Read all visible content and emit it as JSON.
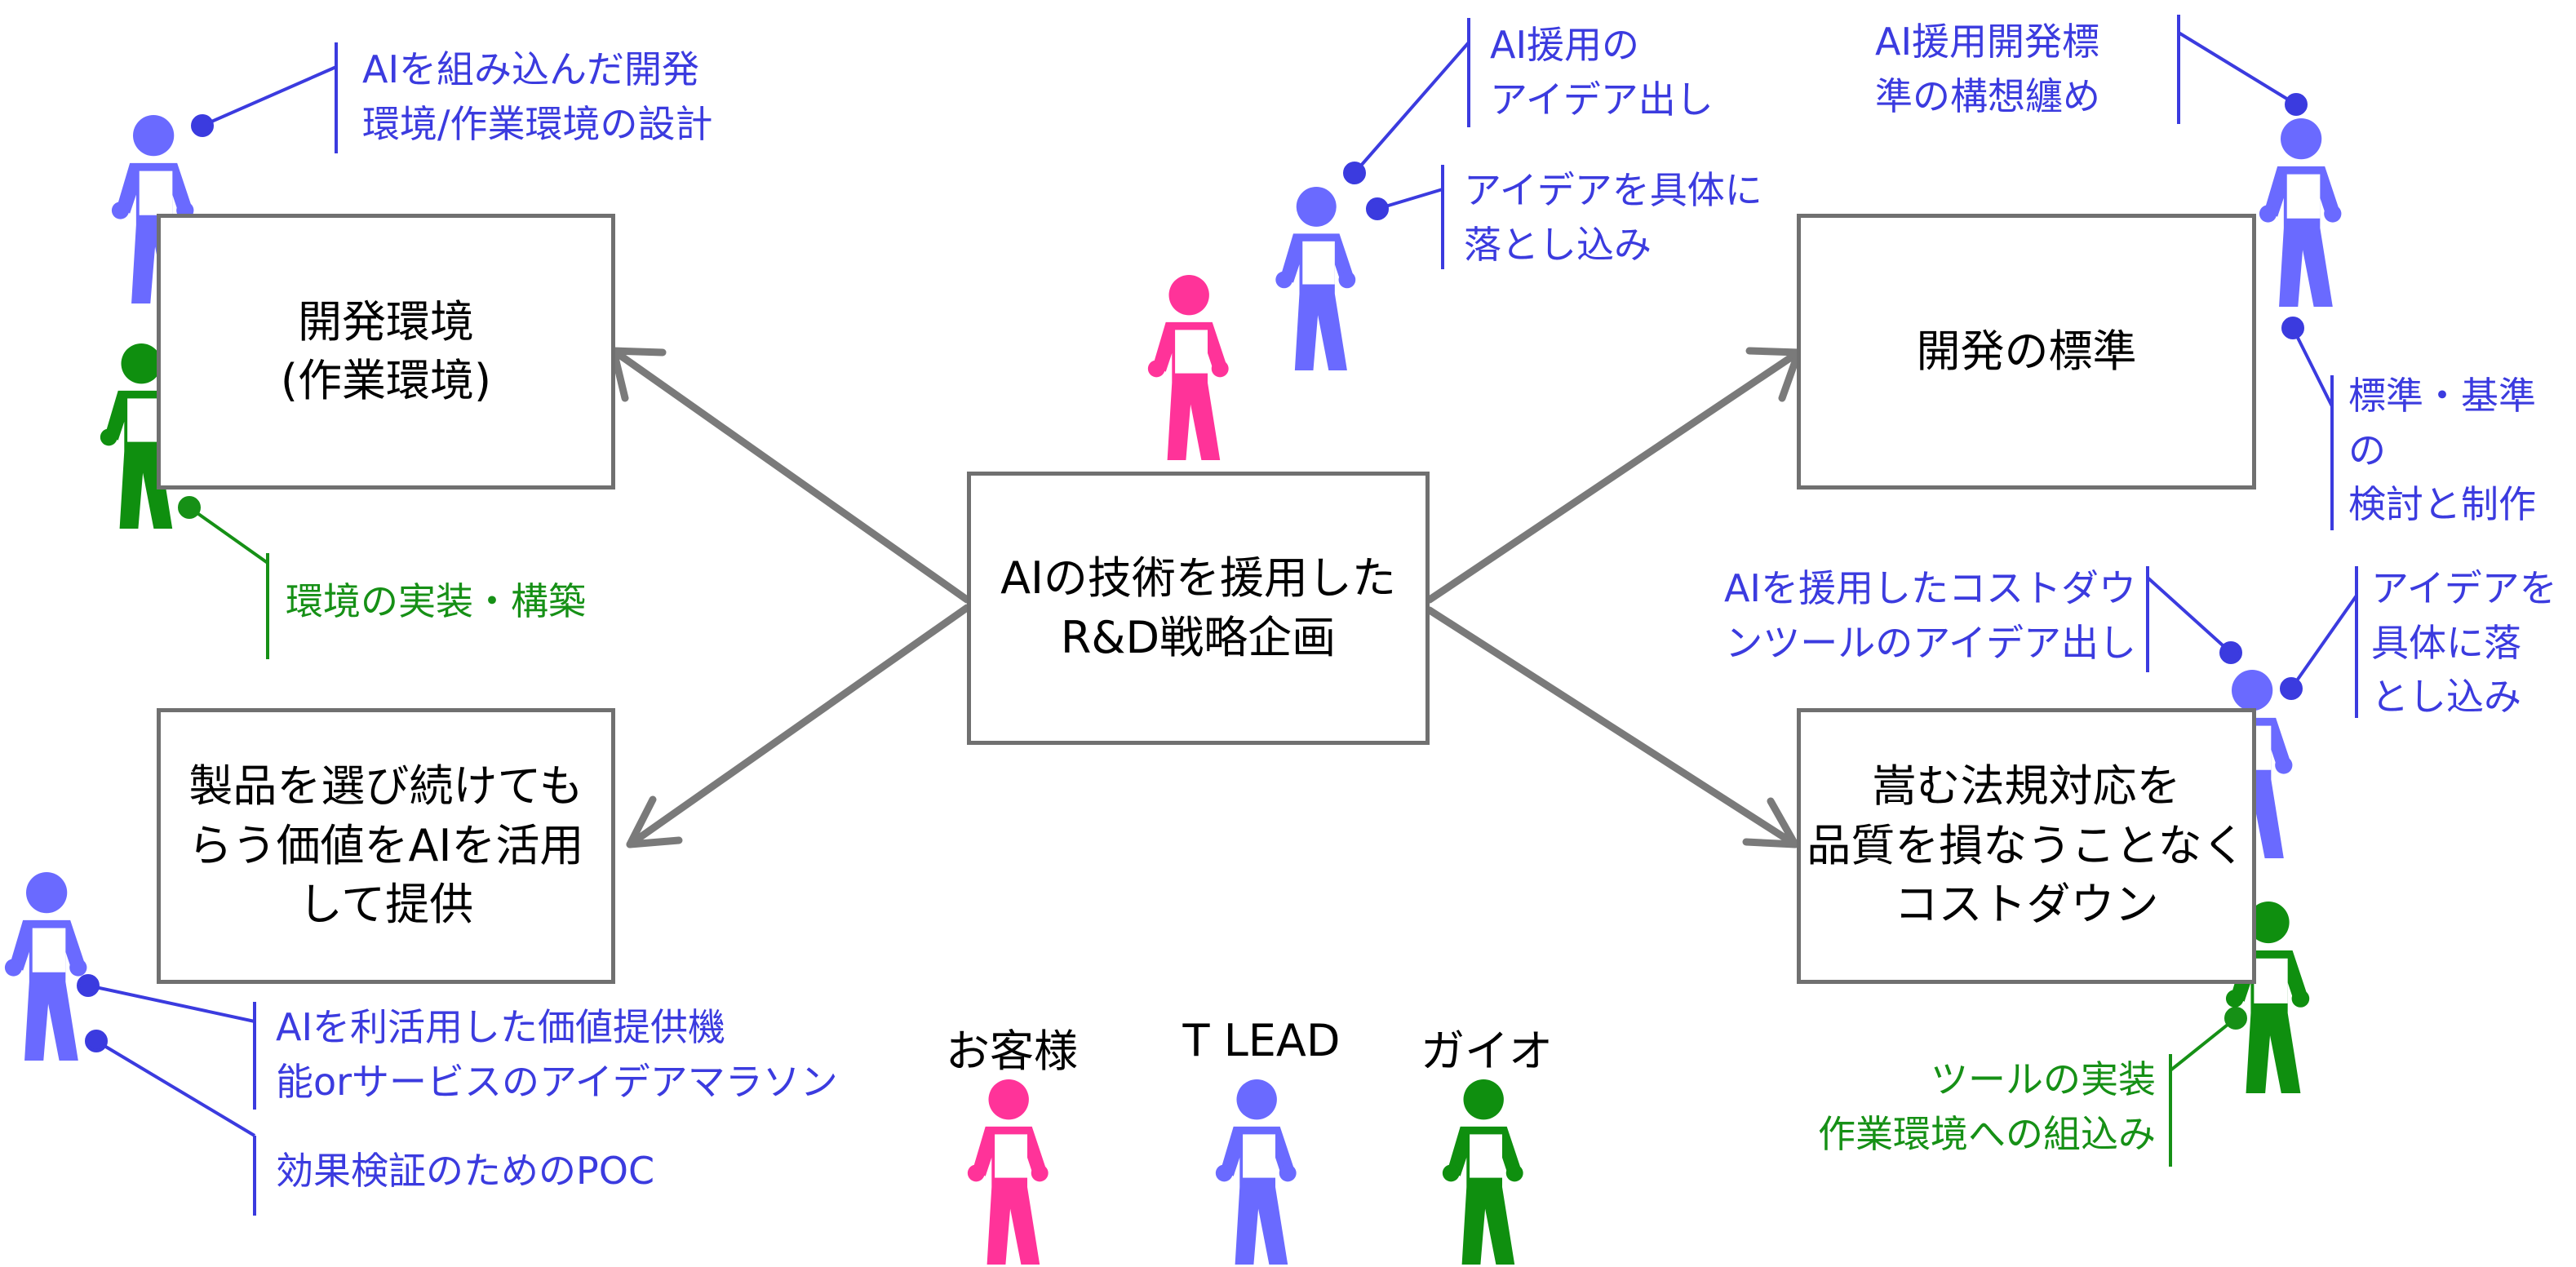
{
  "colors": {
    "customer": "#ff3399",
    "tlead": "#6a6aff",
    "gaio": "#0f8f0f",
    "annotation_blue": "#3b3bdf",
    "annotation_green": "#169016",
    "arrow": "#7a7a7a",
    "box_border": "#707070"
  },
  "center_box": {
    "text": "AIの技術を援用した\nR&D戦略企画"
  },
  "boxes": {
    "dev_env": "開発環境\n(作業環境)",
    "dev_standard": "開発の標準",
    "product_value": "製品を選び続けても\nらう価値をAIを活用\nして提供",
    "cost_down": "嵩む法規対応を\n品質を損なうことなく\nコストダウン"
  },
  "notes": {
    "design_env": "AIを組み込んだ開発\n環境/作業環境の設計",
    "implement_env": "環境の実装・構築",
    "idea_ai_adopt": "AI援用の\nアイデア出し",
    "concretize_idea": "アイデアを具体に\n落とし込み",
    "standard_concept": "AI援用開発標\n準の構想纏め",
    "standard_create": "標準・基準\nの\n検討と制作",
    "cost_tool_idea": "AIを援用したコストダウ\nンツールのアイデア出し",
    "cost_concretize": "アイデアを\n具体に落\nとし込み",
    "tool_implement": "ツールの実装\n作業環境への組込み",
    "value_idea": "AIを利活用した価値提供機\n能orサービスのアイデアマラソン",
    "poc": "効果検証のためのPOC"
  },
  "legend": {
    "customer": "お客様",
    "tlead": "T LEAD",
    "gaio": "ガイオ"
  }
}
